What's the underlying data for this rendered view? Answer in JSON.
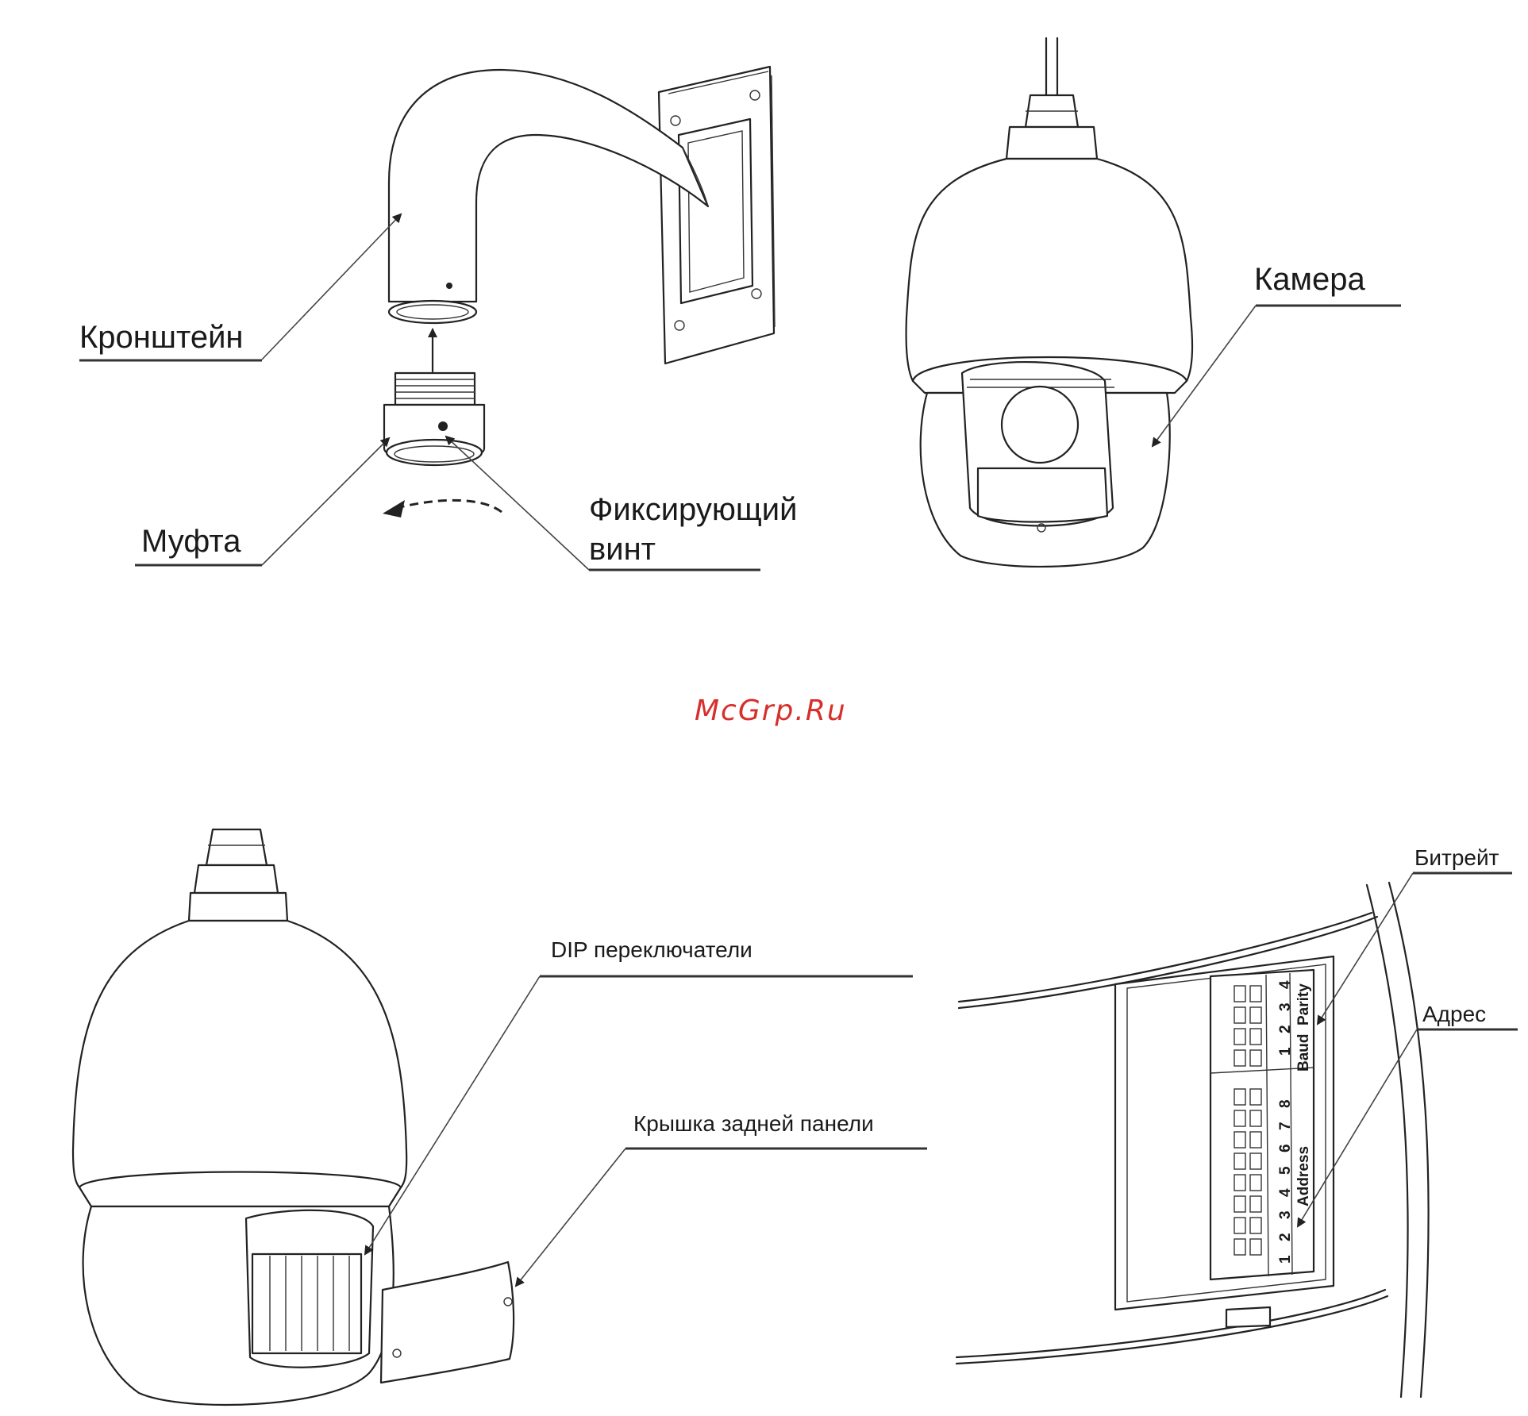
{
  "labels": {
    "bracket": "Кронштейн",
    "coupling": "Муфта",
    "screw_line1": "Фиксирующий",
    "screw_line2": "винт",
    "camera": "Камера",
    "dip": "DIP переключатели",
    "cover": "Крышка задней панели",
    "bitrate": "Битрейт",
    "address": "Адрес"
  },
  "watermark": "McGrp.Ru",
  "dip_block": {
    "top_numbers": [
      "1",
      "2",
      "3",
      "4"
    ],
    "baud": "Baud",
    "parity": "Parity",
    "bottom_numbers": [
      "1",
      "2",
      "3",
      "4",
      "5",
      "6",
      "7",
      "8"
    ],
    "address_word": "Address"
  },
  "colors": {
    "watermark": "#d6302c",
    "line": "#222222"
  }
}
